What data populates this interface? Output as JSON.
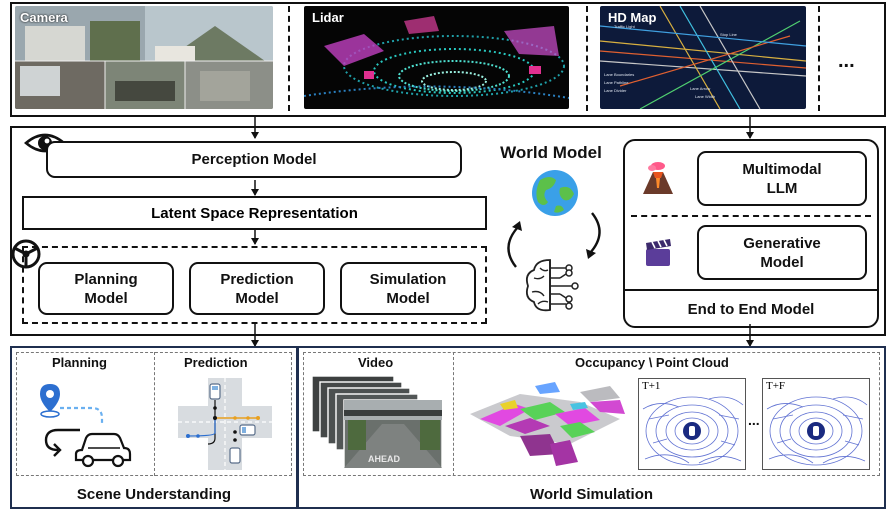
{
  "sensors": {
    "camera_label": "Camera",
    "lidar_label": "Lidar",
    "hdmap_label": "HD Map",
    "more_label": "...",
    "hdmap_annotations": [
      "Traffic Light",
      "Stop Line",
      "Lane Boundaries",
      "Lane Pathline",
      "Lane Divider",
      "Lane Arrow",
      "Lane Width"
    ]
  },
  "models": {
    "perception": "Perception Model",
    "latent": "Latent Space Representation",
    "planning": "Planning Model",
    "prediction": "Prediction Model",
    "simulation": "Simulation Model",
    "multimodal": "Multimodal LLM",
    "generative": "Generative Model",
    "end_to_end": "End to End Model",
    "world_model": "World Model"
  },
  "scene": {
    "planning_label": "Planning",
    "prediction_label": "Prediction",
    "title": "Scene Understanding"
  },
  "simulation": {
    "video_label": "Video",
    "occupancy_label": "Occupancy \\ Point Cloud",
    "frame1_label": "T+1",
    "framef_label": "T+F",
    "dots_label": "...",
    "road_text": "AHEAD",
    "title": "World Simulation"
  }
}
